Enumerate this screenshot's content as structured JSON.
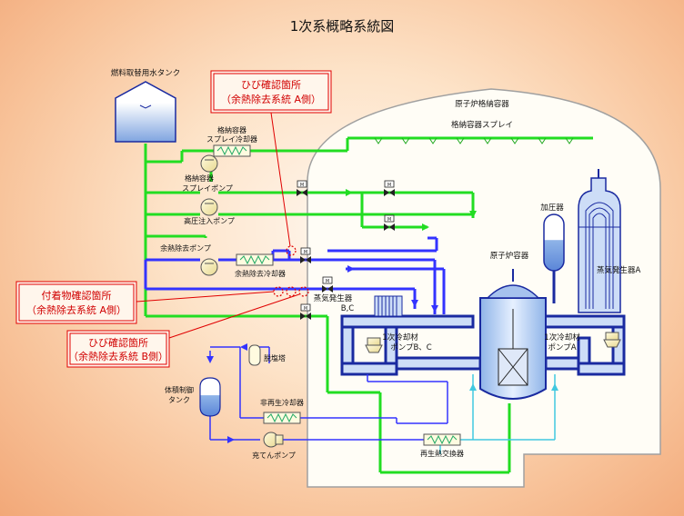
{
  "title": "1次系概略系統図",
  "labels": {
    "fuel_tank": "燃料取替用水タンク",
    "containment": "原子炉格納容器",
    "containment_spray": "格納容器スプレイ",
    "spray_cooler_1": "格納容器",
    "spray_cooler_2": "スプレイ冷却器",
    "spray_pump_1": "格納容器",
    "spray_pump_2": "スプレイポンプ",
    "hp_injection_pump": "高圧注入ポンプ",
    "rhr_pump": "余熱除去ポンプ",
    "rhr_cooler": "余熱除去冷却器",
    "pressurizer": "加圧器",
    "reactor_vessel": "原子炉容器",
    "sg_a": "蒸気発生器A",
    "sg_bc_1": "蒸気発生器",
    "sg_bc_2": "B,C",
    "rcp_bc_1": "1次冷却材",
    "rcp_bc_2": "ポンプB、C",
    "rcp_a_1": "1次冷却材",
    "rcp_a_2": "ポンプA",
    "deaerator": "脱塩塔",
    "vct_1": "体積制御",
    "vct_2": "タンク",
    "non_regen_hx": "非再生冷却器",
    "charging_pump": "充てんポンプ",
    "regen_hx": "再生熱交換器",
    "mov": "M"
  },
  "callouts": {
    "crack_a_1": "ひび確認箇所",
    "crack_a_2": "（余熱除去系統 A側）",
    "deposit_a_1": "付着物確認箇所",
    "deposit_a_2": "（余熱除去系統 A側）",
    "crack_b_1": "ひび確認箇所",
    "crack_b_2": "（余熱除去系統 B側）"
  },
  "colors": {
    "green_line": "#22dd22",
    "blue_line": "#3333ff",
    "dark_blue_line": "#1a2aa0",
    "cyan_line": "#40c8e0",
    "callout_red": "#e00000",
    "callout_fill": "#fff6ec"
  }
}
